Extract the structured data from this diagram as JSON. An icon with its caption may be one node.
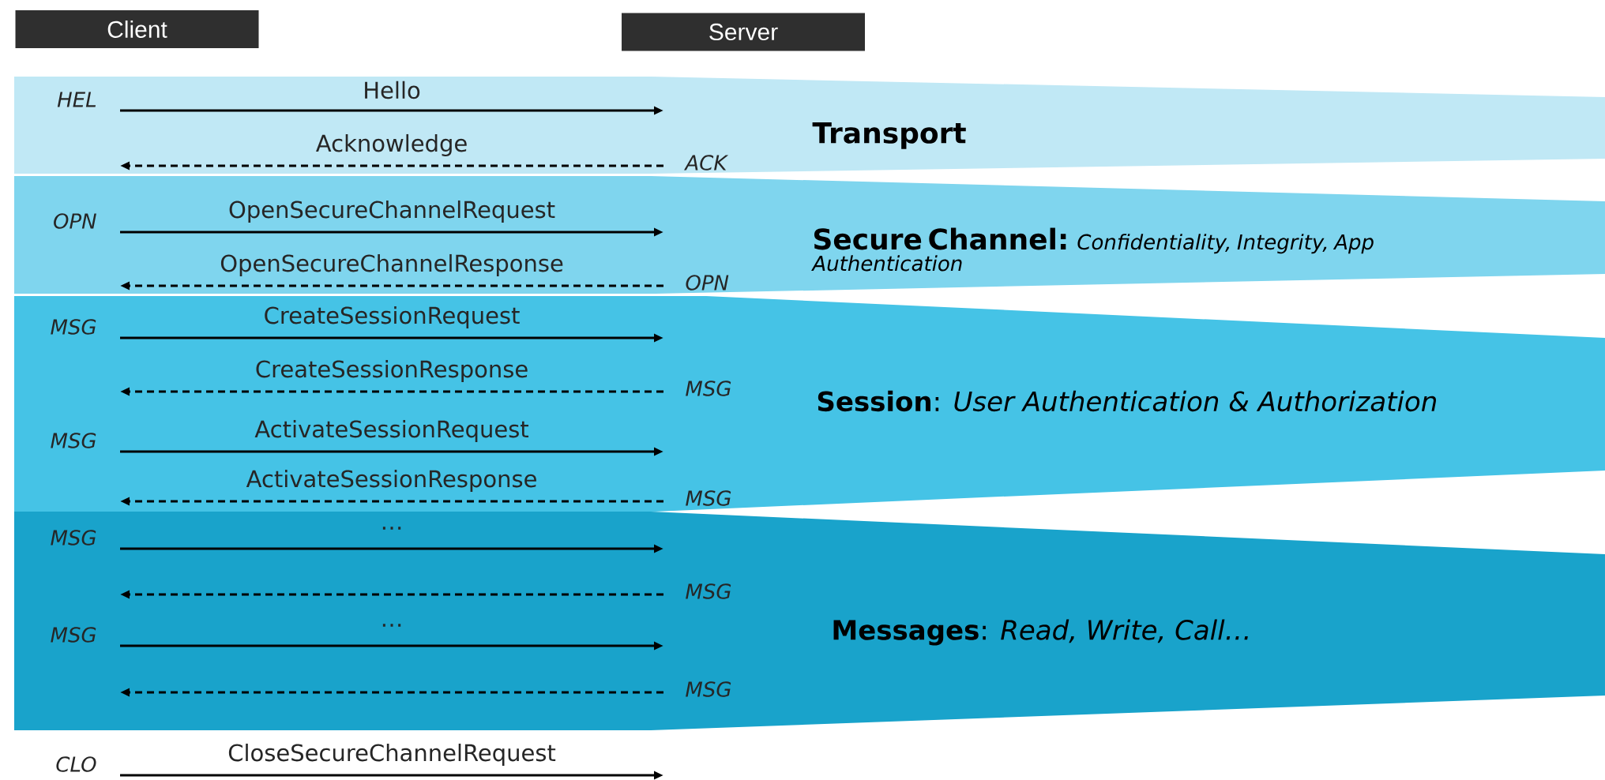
{
  "diagram": {
    "nodes": [
      {
        "text": [
          "Client"
        ]
      },
      {
        "text": [
          "Server"
        ]
      },
      {
        "text": [
          "Transport"
        ]
      },
      {
        "text": [
          "HEL"
        ],
        "in": 2
      },
      {
        "text": [
          "ACK"
        ],
        "in": 2
      },
      {
        "text": [
          "Secure Channel:",
          "Confidentiality, Integrity, App Authentication"
        ]
      },
      {
        "text": [
          "OPN"
        ],
        "in": 5
      },
      {
        "text": [
          "OPN"
        ],
        "in": 5
      },
      {
        "text": [
          "**Session**: *User Authentication & Authorization*"
        ]
      },
      {
        "text": [
          "MSG"
        ],
        "in": 8
      },
      {
        "text": [
          "MSG"
        ],
        "in": 8
      },
      {
        "text": [
          "MSG"
        ],
        "in": 8
      },
      {
        "text": [
          "MSG"
        ],
        "in": 8
      },
      {
        "text": [
          "**Messages**: *Read, Write, Call…*"
        ]
      },
      {
        "text": [
          "MSG"
        ],
        "in": 13
      },
      {
        "text": [
          "MSG"
        ],
        "in": 13
      },
      {
        "text": [
          "MSG"
        ],
        "in": 13
      },
      {
        "text": [
          "MSG"
        ],
        "in": 13
      },
      {
        "text": [
          "CLO"
        ]
      }
    ],
    "edges": [
      {
        "from": 3,
        "to": null,
        "arrow": "to",
        "label": "Hello"
      },
      {
        "from": 4,
        "to": null,
        "arrow": "to",
        "label": "Acknowledge",
        "style": "dashed"
      },
      {
        "from": 6,
        "to": null,
        "arrow": "to",
        "label": "OpenSecureChannelRequest"
      },
      {
        "from": 7,
        "to": null,
        "arrow": "to",
        "label": "OpenSecureChannelResponse",
        "style": "dashed"
      },
      {
        "from": 9,
        "to": null,
        "arrow": "to",
        "label": "CreateSessionRequest"
      },
      {
        "from": 10,
        "to": null,
        "arrow": "to",
        "label": "CreateSessionResponse",
        "style": "dashed"
      },
      {
        "from": 11,
        "to": null,
        "arrow": "to",
        "label": "ActivateSessionRequest"
      },
      {
        "from": 12,
        "to": null,
        "arrow": "to",
        "label": "ActivateSessionResponse",
        "style": "dashed"
      },
      {
        "from": 14,
        "to": null,
        "arrow": "to",
        "label": "…"
      },
      {
        "from": 15,
        "to": null,
        "arrow": "to",
        "style": "dashed"
      },
      {
        "from": 16,
        "to": null,
        "arrow": "to",
        "label": "…"
      },
      {
        "from": 17,
        "to": null,
        "arrow": "to",
        "style": "dashed"
      },
      {
        "from": 18,
        "to": null,
        "arrow": "to",
        "label": "CloseSecureChannelRequest"
      }
    ]
  }
}
